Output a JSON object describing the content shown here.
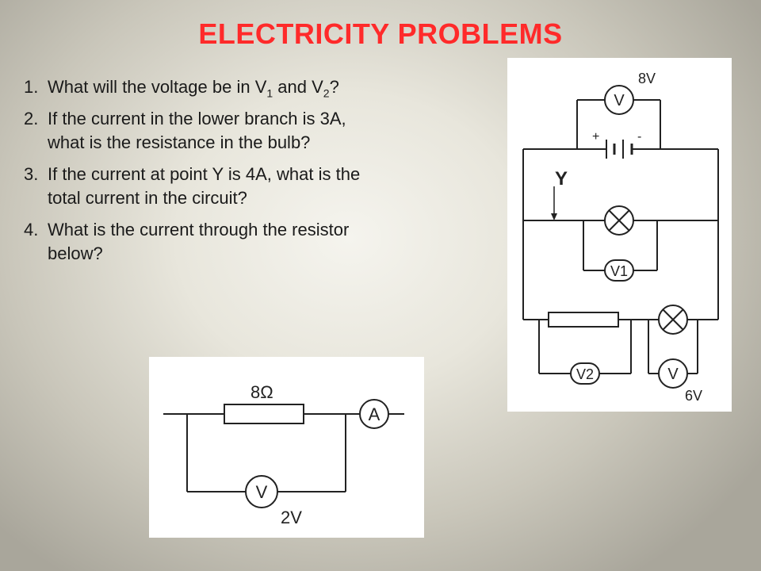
{
  "title": "ELECTRICITY PROBLEMS",
  "questions": [
    {
      "num": "1.",
      "pre": "What will the voltage be in V",
      "s1": "1",
      "mid": " and V",
      "s2": "2",
      "post": "?"
    },
    {
      "num": "2.",
      "line1": "If the current in the lower branch is 3A,",
      "line2": "what is the resistance in the bulb?"
    },
    {
      "num": "3.",
      "line1": "If the current at point Y is 4A, what is the",
      "line2": "total current in the circuit?"
    },
    {
      "num": "4.",
      "line1": "What is the current through the resistor",
      "line2": "below?"
    }
  ],
  "main_circuit": {
    "top_voltmeter_reading": "8V",
    "meter_v": "V",
    "battery_plus": "+",
    "battery_minus": "-",
    "point_label": "Y",
    "v1_label": "V1",
    "v2_label": "V2",
    "bottom_voltmeter_reading": "6V"
  },
  "small_circuit": {
    "resistor_value": "8Ω",
    "ammeter": "A",
    "voltmeter": "V",
    "voltmeter_reading": "2V"
  }
}
